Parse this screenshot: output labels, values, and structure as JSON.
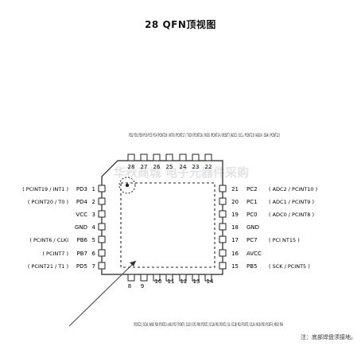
{
  "title": "28 QFN顶视图",
  "top_label_text": "PD2 PD1 PD0 PC6 PC5 PC4 (PCINT18 / INT0) (PCINT17 / TXD) (PCINT16 / RXD) (PCINT14 / RESET) (ADC5 / SCL / PCINT13) (ADC4 / SDA / PCINT12)",
  "bottom_label_text": "(PCINT22 / OC0A / AIN0) PD6 (PCINT23 / AIN1) PD7 (PCINT0 / CLKO / ICP1) PB0 (PCINT1 / OC1A) PB1 (PCINT2 / SS / OC1B) PB2 (PCINT3 / OC2A / MOSI) PB3 (PCINT4 / MISO) PB4",
  "watermark": "华秋商城 电子元器件采购",
  "note": "注：底部焊盘须接地。",
  "colors": {
    "outline": "#222222",
    "watermark": "#c9cdd4",
    "arrow": "#555555"
  },
  "left_pins": [
    {
      "num": "1",
      "name": "PD3",
      "func": "( PCINT19 / INT1 )"
    },
    {
      "num": "2",
      "name": "PD4",
      "func": "( PCINT20 / T0 )"
    },
    {
      "num": "3",
      "name": "VCC",
      "func": ""
    },
    {
      "num": "4",
      "name": "GND",
      "func": ""
    },
    {
      "num": "5",
      "name": "PB6",
      "func": "( PCINT6 / CLKI"
    },
    {
      "num": "6",
      "name": "PB7",
      "func": "( PCINT7 )"
    },
    {
      "num": "7",
      "name": "PD5",
      "func": "( PCINT21 / T1 )"
    }
  ],
  "right_pins": [
    {
      "num": "21",
      "name": "PC2",
      "func": "( ADC2 / PCINT10 )"
    },
    {
      "num": "20",
      "name": "PC1",
      "func": "( ADC1 / PCINT9 )"
    },
    {
      "num": "19",
      "name": "PC0",
      "func": "( ADC0 / PCINT8 )"
    },
    {
      "num": "18",
      "name": "GND",
      "func": ""
    },
    {
      "num": "17",
      "name": "PC7",
      "func": "( PCI NT15 )"
    },
    {
      "num": "16",
      "name": "AVCC",
      "func": ""
    },
    {
      "num": "15",
      "name": "PB5",
      "func": "( SCK / PCINT5 )"
    }
  ],
  "top_pins": [
    "28",
    "27",
    "26",
    "25",
    "24",
    "23",
    "22"
  ],
  "bottom_pins": [
    "8",
    "9",
    "10",
    "11",
    "12",
    "13",
    "14"
  ]
}
